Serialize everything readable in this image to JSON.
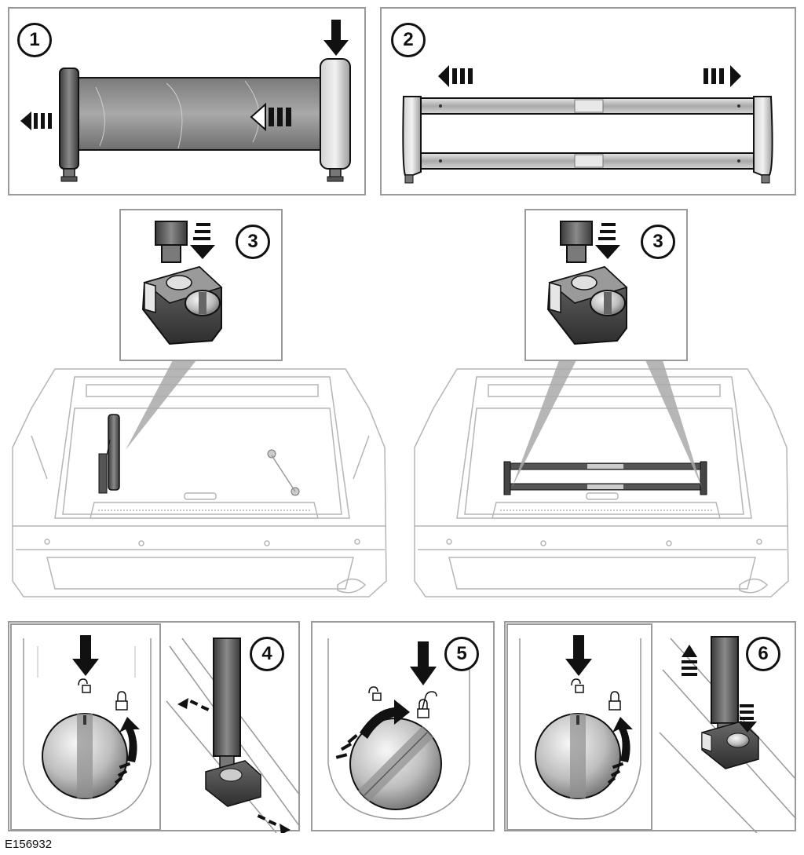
{
  "figure": {
    "reference_code": "E156932",
    "steps": [
      {
        "id": "step-1",
        "number": "1"
      },
      {
        "id": "step-2",
        "number": "2"
      },
      {
        "id": "step-3-left",
        "number": "3"
      },
      {
        "id": "step-3-right",
        "number": "3"
      },
      {
        "id": "step-4",
        "number": "4"
      },
      {
        "id": "step-5",
        "number": "5"
      },
      {
        "id": "step-6",
        "number": "6"
      }
    ],
    "colors": {
      "line": "#111111",
      "frame": "#9a9a9a",
      "metal": "#bdbdbd",
      "dark_part": "#4a4a4a",
      "car_outline": "#b5b5b5"
    }
  }
}
